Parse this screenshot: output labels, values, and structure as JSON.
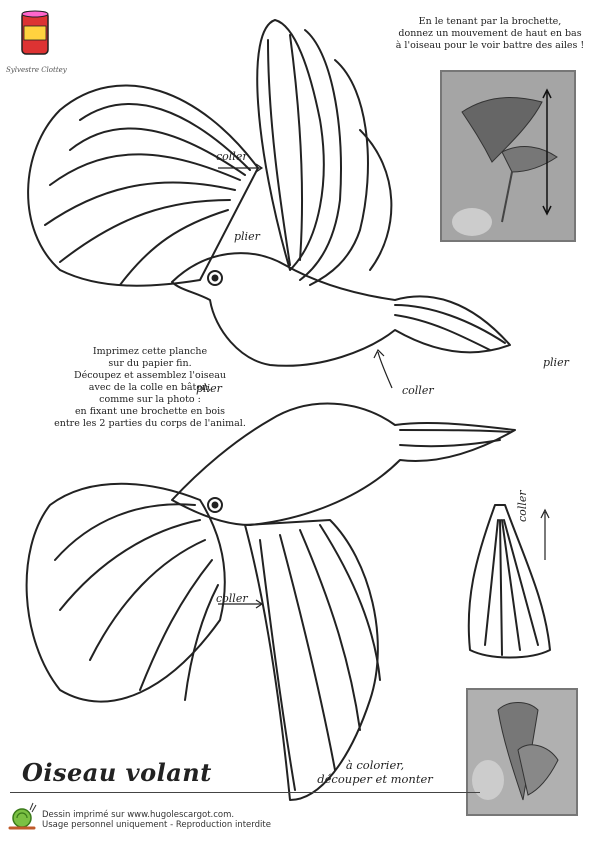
{
  "logo": {
    "brand": "Sylvestre Clottey"
  },
  "photo_top_caption": [
    "En le tenant par la brochette,",
    "donnez un mouvement de haut en bas",
    "à l'oiseau pour le voir battre des ailes !"
  ],
  "labels": {
    "coller_top_wing": "coller",
    "plier_top": "plier",
    "plier_right": "plier",
    "coller_middle": "coller",
    "plier_middle_left": "plier",
    "coller_bottom_wing": "coller",
    "coller_tail": "coller"
  },
  "instructions": [
    "Imprimez cette planche",
    "sur du papier fin.",
    "Découpez et assemblez l'oiseau",
    "avec de la colle en bâton,",
    "comme sur la photo :",
    "en fixant une brochette en bois",
    "entre les 2 parties du corps de l'animal."
  ],
  "title": "Oiseau volant",
  "subtitle": [
    "à colorier,",
    "découper et monter"
  ],
  "footer": [
    "Dessin imprimé sur www.hugolescargot.com.",
    "Usage personnel uniquement - Reproduction interdite"
  ],
  "colors": {
    "line": "#222222",
    "photo_bg": "#9a9a9a"
  }
}
